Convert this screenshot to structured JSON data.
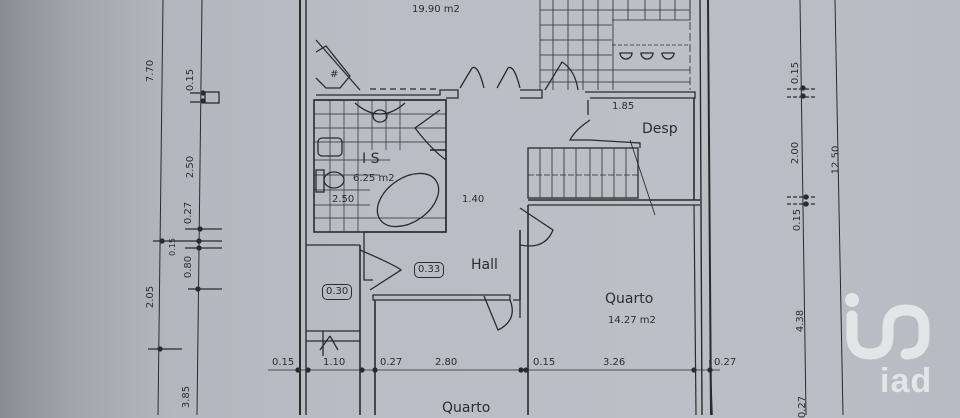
{
  "plan": {
    "rooms": [
      {
        "id": "living",
        "name": "",
        "area": "19.90 m2"
      },
      {
        "id": "is",
        "name": "I S",
        "area": "6.25 m2"
      },
      {
        "id": "desp",
        "name": "Desp",
        "area": ""
      },
      {
        "id": "hall",
        "name": "Hall",
        "area": ""
      },
      {
        "id": "quarto1",
        "name": "Quarto",
        "area": "14.27 m2"
      },
      {
        "id": "quarto2",
        "name": "Quarto",
        "area": ""
      }
    ],
    "badges": [
      "0.33",
      "0.30"
    ],
    "inner_dimensions": {
      "is_width": "2.50",
      "hall_width": "1.40",
      "desp_width": "1.85"
    },
    "bottom_dimensions": [
      "0.15",
      "1.10",
      "0.27",
      "2.80",
      "0.15",
      "3.26",
      "0.27"
    ],
    "left_outer_dimensions": [
      "7.70",
      "2.05"
    ],
    "left_inner_dimensions": [
      "0.15",
      "2.50",
      "0.27",
      "0.15",
      "0.80",
      "3.85"
    ],
    "right_inner_dimensions": [
      "0.15",
      "2.00",
      "0.15",
      "4.38",
      "0.27"
    ],
    "right_outer_dimensions": [
      "12.50"
    ],
    "fireplace_symbol": "#"
  },
  "watermark": {
    "brand": "iad",
    "icon": "iad-logo-icon"
  }
}
